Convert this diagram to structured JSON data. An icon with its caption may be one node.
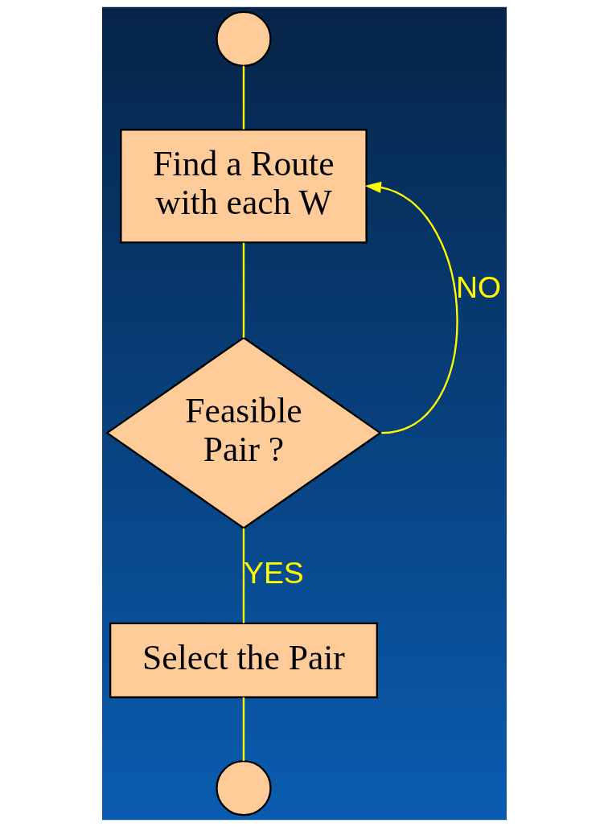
{
  "diagram": {
    "nodes": [
      {
        "text": [],
        "shape": "circle"
      },
      {
        "text": [
          "Find a Route with each W"
        ]
      },
      {
        "text": [
          "Feasible Pair ?"
        ]
      },
      {
        "text": [
          "Select the Pair"
        ]
      },
      {
        "text": [],
        "shape": "circle"
      }
    ],
    "edges": [
      {
        "from": 0,
        "to": 1,
        "arrow": "none"
      },
      {
        "from": 1,
        "to": 2,
        "arrow": "none"
      },
      {
        "from": 2,
        "to": 1,
        "arrow": "to",
        "label": "NO"
      },
      {
        "from": 2,
        "to": 3,
        "arrow": "none",
        "label": "YES"
      },
      {
        "from": 3,
        "to": 4,
        "arrow": "none"
      }
    ]
  }
}
